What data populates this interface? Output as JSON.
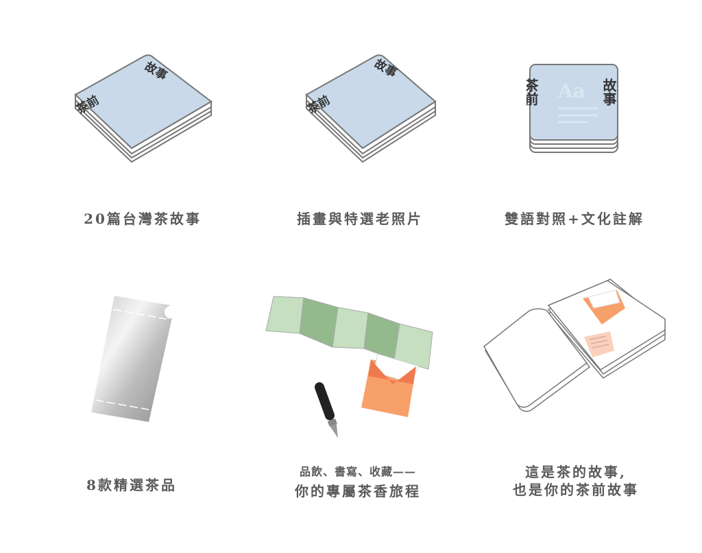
{
  "features": [
    {
      "caption": "20篇台灣茶故事",
      "cover_title_a": "茶前",
      "cover_title_b": "故事",
      "icon": "book-isometric"
    },
    {
      "caption": "插畫與特選老照片",
      "cover_title_a": "茶前",
      "cover_title_b": "故事",
      "icon": "book-isometric"
    },
    {
      "caption": "雙語對照+文化註解",
      "cover_title_a": "茶前",
      "cover_title_b": "故事",
      "cover_watermark": "Aa",
      "icon": "book-front"
    },
    {
      "caption": "8款精選茶品",
      "icon": "silver-tea-ticket"
    },
    {
      "caption_line1": "品飲、書寫、收藏——",
      "caption_line2": "你的專屬茶香旅程",
      "icon": "folded-map-envelope-pen"
    },
    {
      "caption_line1": "這是茶的故事,",
      "caption_line2": "也是你的茶前故事",
      "icon": "open-book"
    }
  ],
  "colors": {
    "cover": "#c9d9ea",
    "text": "#5a5a5a",
    "map_light": "#c5dfc0",
    "map_dark": "#93b98c",
    "envelope": "#f7a06a"
  }
}
